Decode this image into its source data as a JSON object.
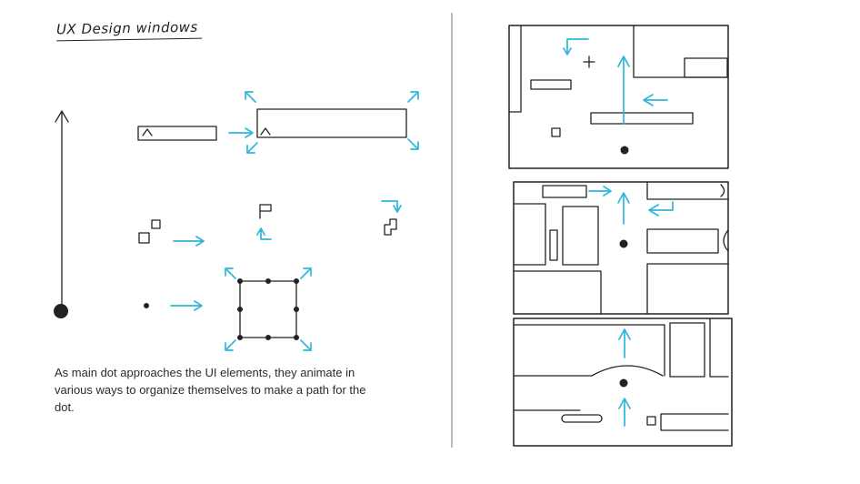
{
  "page": {
    "title": "UX Design windows",
    "annotation": "As main dot approaches the UI elements, they animate in various ways to organize themselves to make a path for the dot."
  },
  "colors": {
    "ink": "#222222",
    "accent": "#2fb6db",
    "divider": "#777777",
    "background": "#ffffff"
  },
  "icons": {
    "caret": "^",
    "plus": "+",
    "arrow_kinds": [
      "up-arrow",
      "right-arrow",
      "left-arrow",
      "corner-arrow",
      "expand-arrow"
    ]
  }
}
